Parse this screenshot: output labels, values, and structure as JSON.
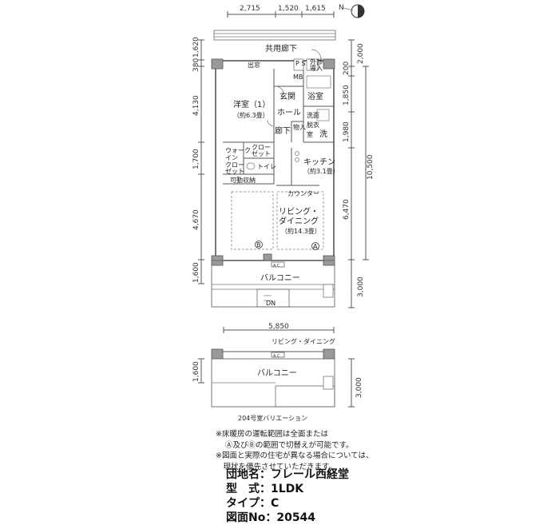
{
  "dims_top": [
    "2,715",
    "1,520",
    "1,615"
  ],
  "dims_left": [
    "1,620",
    "380",
    "4,130",
    "1,700",
    "4,670",
    "1,600"
  ],
  "dims_right_inner": [
    "2,000",
    "200",
    "1,850",
    "1,980",
    "6,470",
    "3,000"
  ],
  "dims_right_outer": "10,500",
  "dim_width": "5,850",
  "var_dims": {
    "left": "1,600",
    "right": "3,000"
  },
  "labels": {
    "corridor": "共用廊下",
    "entrance_door": "出窓",
    "genkan": "玄関",
    "bath": "浴室",
    "hall": "ホール",
    "bedroom": "洋室（1）",
    "bedroom_size": "（約6.3畳）",
    "hallway": "廊下",
    "storage1": "物入",
    "senmen1": "洗面",
    "senmen2": "脱衣",
    "senmen3": "室",
    "sen": "洗",
    "walkin1": "ウォーク",
    "walkin2": "イン",
    "walkin3": "クロー",
    "walkin4": "ゼット",
    "closet1": "クロー",
    "closet2": "ゼット",
    "toilet": "トイレ",
    "kitchen": "キッチン",
    "kitchen_size": "（約3.1畳）",
    "storage2": "可動収納",
    "counter": "カウンター",
    "living1": "リビング・",
    "living2": "ダイニング",
    "living_size": "（約14.3畳）",
    "balcony": "バルコニー",
    "marker_a": "A",
    "marker_b": "B",
    "ac": "A C",
    "dn": "DN",
    "ps": "P S",
    "mb": "MB",
    "meter": "外部",
    "meter2": "導入",
    "var_living": "リビング・ダイニング",
    "var_balcony": "バルコニー",
    "variation_caption": "204号室バリエーション"
  },
  "notes": [
    "※床暖房の運転範囲は全面または",
    "Ⓐ及びⒷの範囲で切替えが可能です。",
    "※図面と実際の住宅が異なる場合については、",
    "　現状を優先させていただきます。"
  ],
  "info": {
    "complex": "団地名：フレール西経堂",
    "type": "型　式：1LDK",
    "subtype": "タイプ：C",
    "drawing_no": "図面No：20544"
  }
}
